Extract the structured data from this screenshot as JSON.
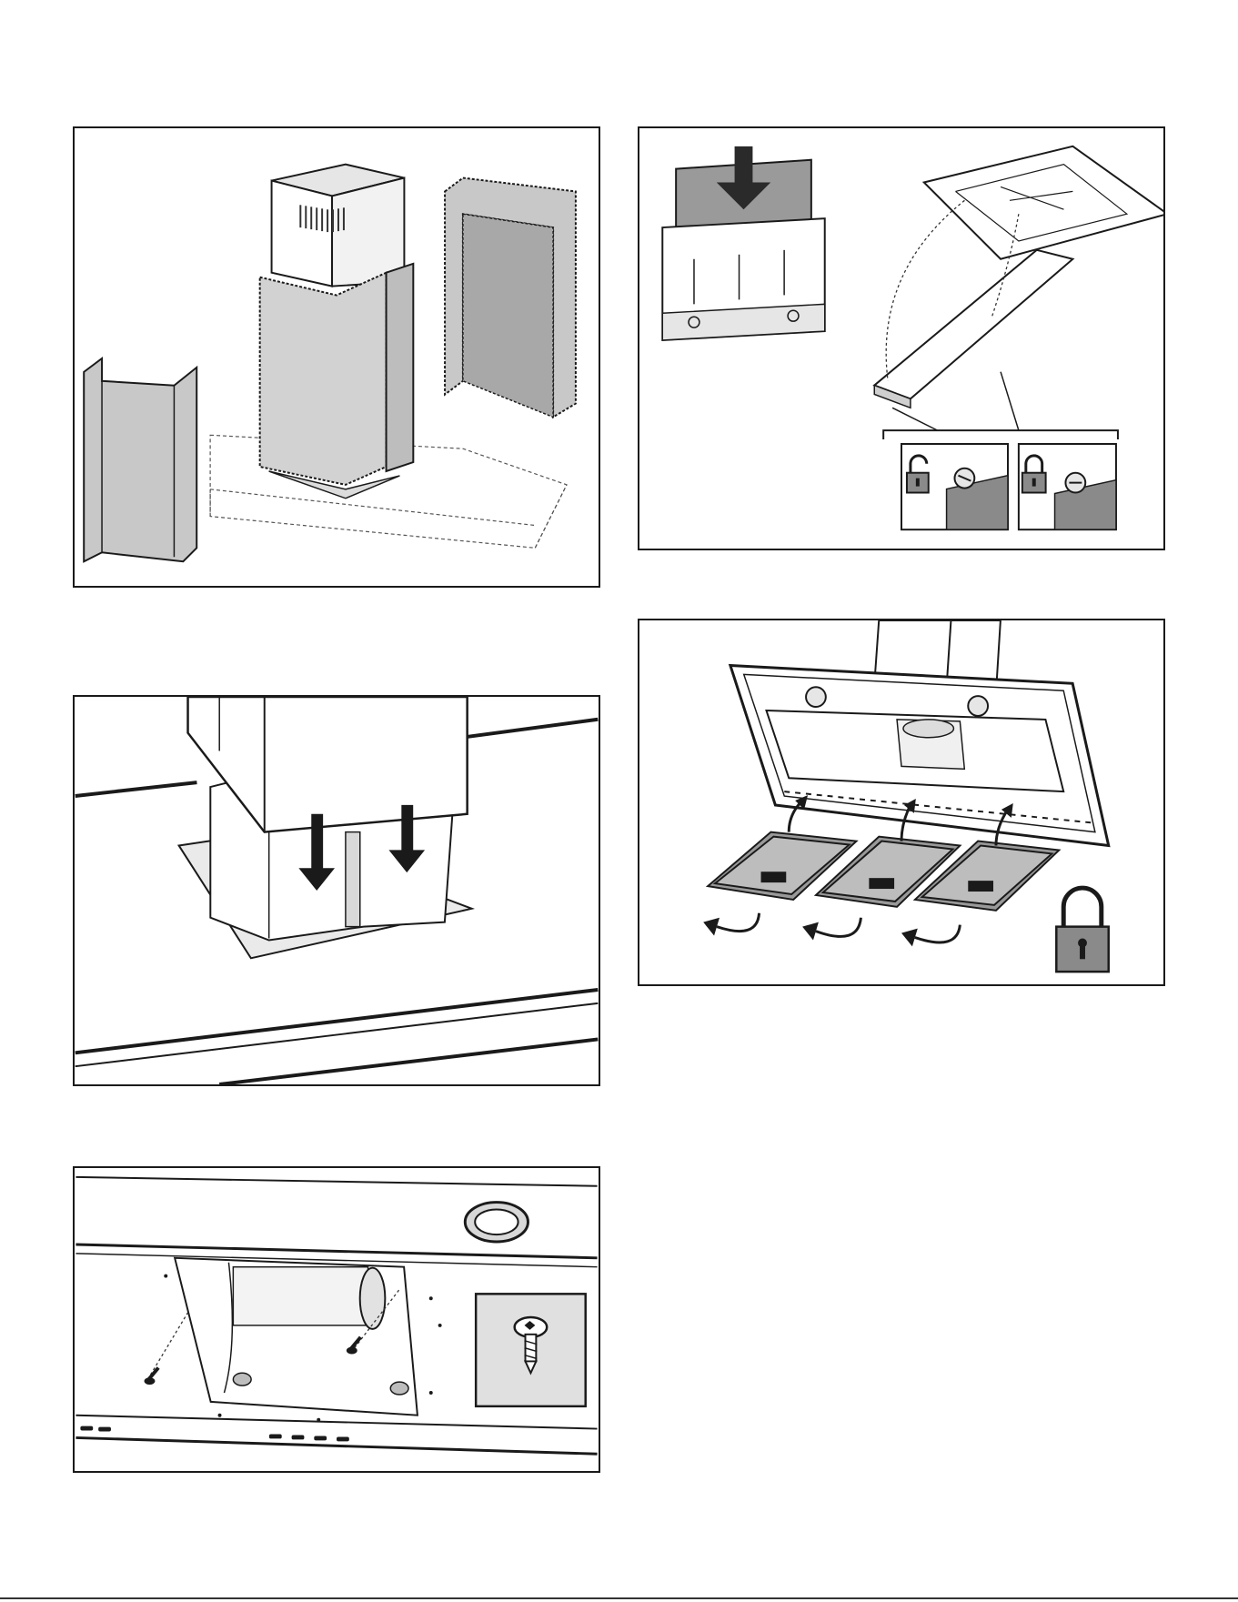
{
  "figures": [
    {
      "id": "step-chimney-covers",
      "icon": "chimney-cover-assembly-illustration"
    },
    {
      "id": "step-grease-filter-lock",
      "icon": "filter-frame-lock-illustration",
      "callouts": [
        "unlock-padlock-icon",
        "lock-padlock-icon"
      ]
    },
    {
      "id": "step-chimney-lower",
      "icon": "chimney-lowering-arrows-illustration"
    },
    {
      "id": "step-filters-install",
      "icon": "filters-install-lock-illustration",
      "callouts": [
        "lock-padlock-icon"
      ]
    },
    {
      "id": "step-fan-screws",
      "icon": "fan-housing-screws-illustration",
      "callouts": [
        "screw-detail-icon"
      ]
    }
  ],
  "colors": {
    "line": "#1a1a1a",
    "fill_gray": "#c8c8c8",
    "fill_dark": "#8a8a8a",
    "fill_light": "#e6e6e6"
  }
}
